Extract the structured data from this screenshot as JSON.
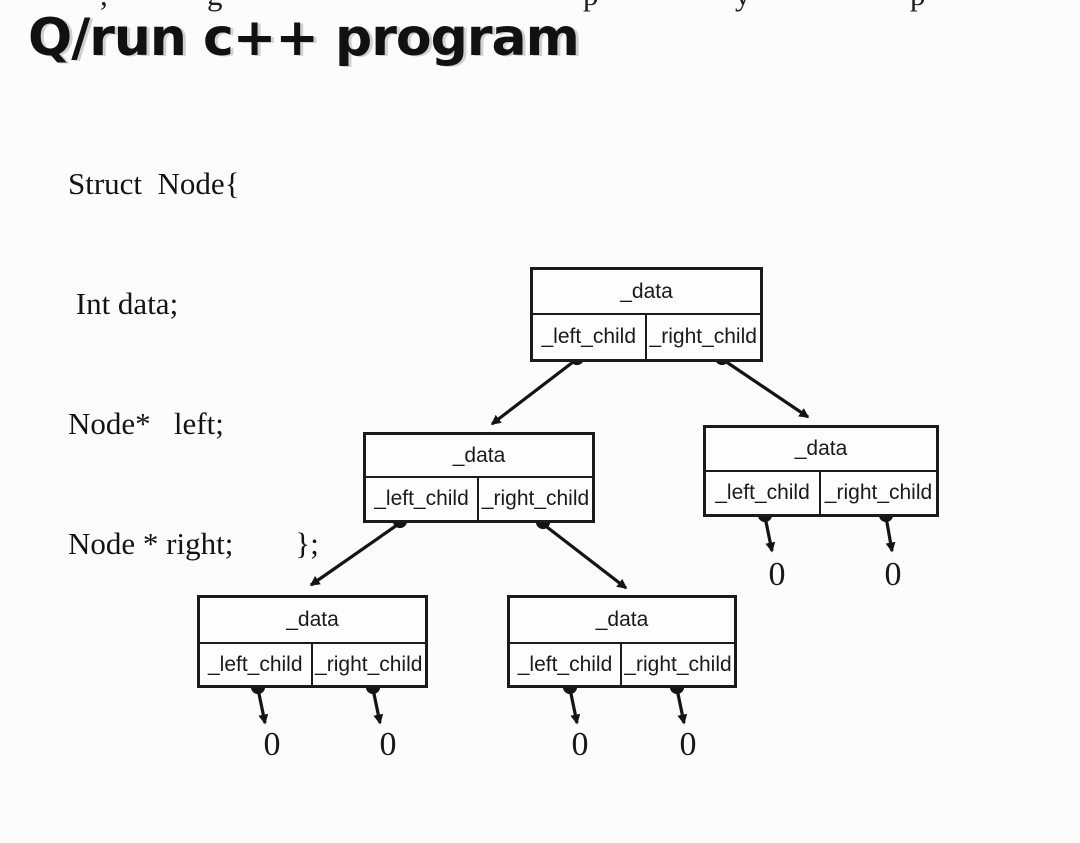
{
  "page": {
    "title": "Q/run c++ program",
    "top_edge_fragments": [
      ",",
      "g",
      "p",
      "y",
      "p"
    ]
  },
  "code": {
    "lines": [
      "Struct  Node{",
      " Int data;",
      "Node*   left;",
      "Node * right;        };"
    ]
  },
  "tree": {
    "labels": {
      "data": "_data",
      "left_child": "_left_child",
      "right_child": "_right_child"
    },
    "null_value": "0",
    "nodes": [
      {
        "id": "root"
      },
      {
        "id": "root-left"
      },
      {
        "id": "root-right"
      },
      {
        "id": "left-left"
      },
      {
        "id": "left-right"
      }
    ],
    "colors": {
      "ink": "#161616",
      "paper": "#fcfcfc"
    }
  }
}
